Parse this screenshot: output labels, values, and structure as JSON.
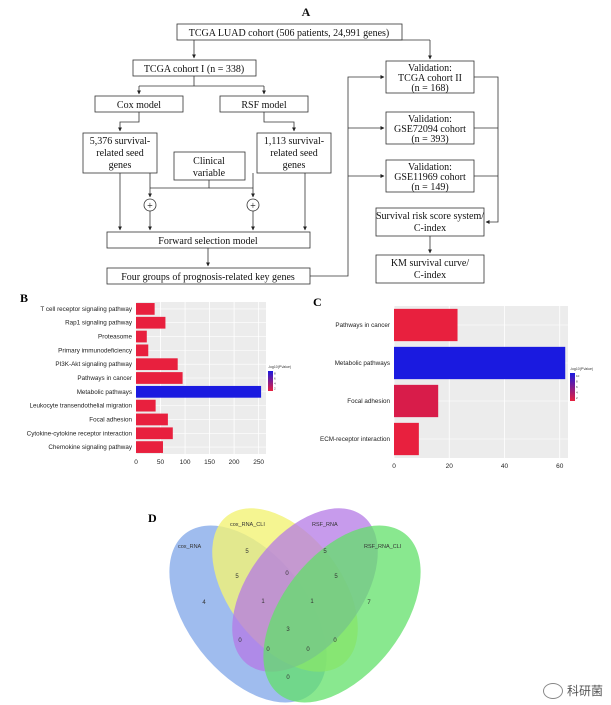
{
  "panelA": {
    "label": "A",
    "top": "TCGA LUAD cohort (506 patients, 24,991 genes)",
    "cohort1": "TCGA cohort I   (n = 338)",
    "cox": "Cox model",
    "rsf": "RSF model",
    "seed_cox": [
      "5,376 survival-",
      "related seed",
      "genes"
    ],
    "seed_rsf": [
      "1,113 survival-",
      "related seed",
      "genes"
    ],
    "clinical": [
      "Clinical",
      "variable"
    ],
    "forward": "Forward selection model",
    "four_groups": "Four groups of prognosis-related key genes",
    "val1": [
      "Validation:",
      "TCGA cohort II",
      "(n = 168)"
    ],
    "val2": [
      "Validation:",
      "GSE72094 cohort",
      "(n = 393)"
    ],
    "val3": [
      "Validation:",
      "GSE11969 cohort",
      "(n = 149)"
    ],
    "risk": [
      "Survival risk score system/",
      "C-index"
    ],
    "km": [
      "KM survival curve/",
      "C-index"
    ],
    "plus": "+"
  },
  "panelB": {
    "label": "B",
    "legend_title": "-log10(PValue)",
    "legend_ticks": [
      "8",
      "6",
      "4",
      "2"
    ]
  },
  "panelC": {
    "label": "C",
    "legend_title": "-log10(PValue)",
    "legend_ticks": [
      "10",
      "8",
      "6",
      "4",
      "2"
    ]
  },
  "panelD": {
    "label": "D",
    "sets": [
      "cox_RNA",
      "cox_RNA_CLI",
      "RSF_RNA",
      "RSF_RNA_CLI"
    ],
    "region_values": [
      "4",
      "5",
      "5",
      "7",
      "5",
      "0",
      "5",
      "0",
      "0",
      "1",
      "1",
      "0",
      "3",
      "0",
      "0"
    ]
  },
  "watermark": {
    "text": "科研菌"
  },
  "chart_data": [
    {
      "type": "bar",
      "orientation": "horizontal",
      "categories": [
        "T cell receptor signaling pathway",
        "Rap1 signaling pathway",
        "Proteasome",
        "Primary immunodeficiency",
        "PI3K-Akt signaling pathway",
        "Pathways in cancer",
        "Metabolic pathways",
        "Leukocyte transendothelial migration",
        "Focal adhesion",
        "Cytokine-cytokine receptor interaction",
        "Chemokine signaling pathway"
      ],
      "values": [
        38,
        60,
        22,
        25,
        85,
        95,
        255,
        40,
        65,
        75,
        55
      ],
      "colors": [
        "#e8203e",
        "#e8203e",
        "#e8203e",
        "#e8203e",
        "#e8203e",
        "#e8203e",
        "#1a1ae0",
        "#e8203e",
        "#e8203e",
        "#e8203e",
        "#e8203e"
      ],
      "xticks": [
        "0",
        "50",
        "100",
        "150",
        "200",
        "250"
      ],
      "xlim": [
        0,
        265
      ],
      "grid": true
    },
    {
      "type": "bar",
      "orientation": "horizontal",
      "categories": [
        "Pathways in cancer",
        "Metabolic pathways",
        "Focal adhesion",
        "ECM-receptor interaction"
      ],
      "values": [
        23,
        62,
        16,
        9
      ],
      "colors": [
        "#e8203e",
        "#1a1ae0",
        "#d81c4a",
        "#e8203e"
      ],
      "xticks": [
        "0",
        "20",
        "40",
        "60"
      ],
      "xlim": [
        0,
        63
      ],
      "grid": true
    }
  ]
}
